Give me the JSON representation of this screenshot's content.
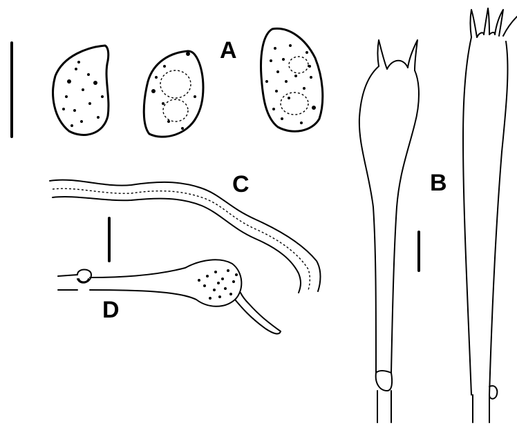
{
  "figure": {
    "panel_labels": {
      "a": "A",
      "b": "B",
      "c": "C",
      "d": "D"
    },
    "ink_color": "#000000",
    "background_color": "#ffffff"
  }
}
